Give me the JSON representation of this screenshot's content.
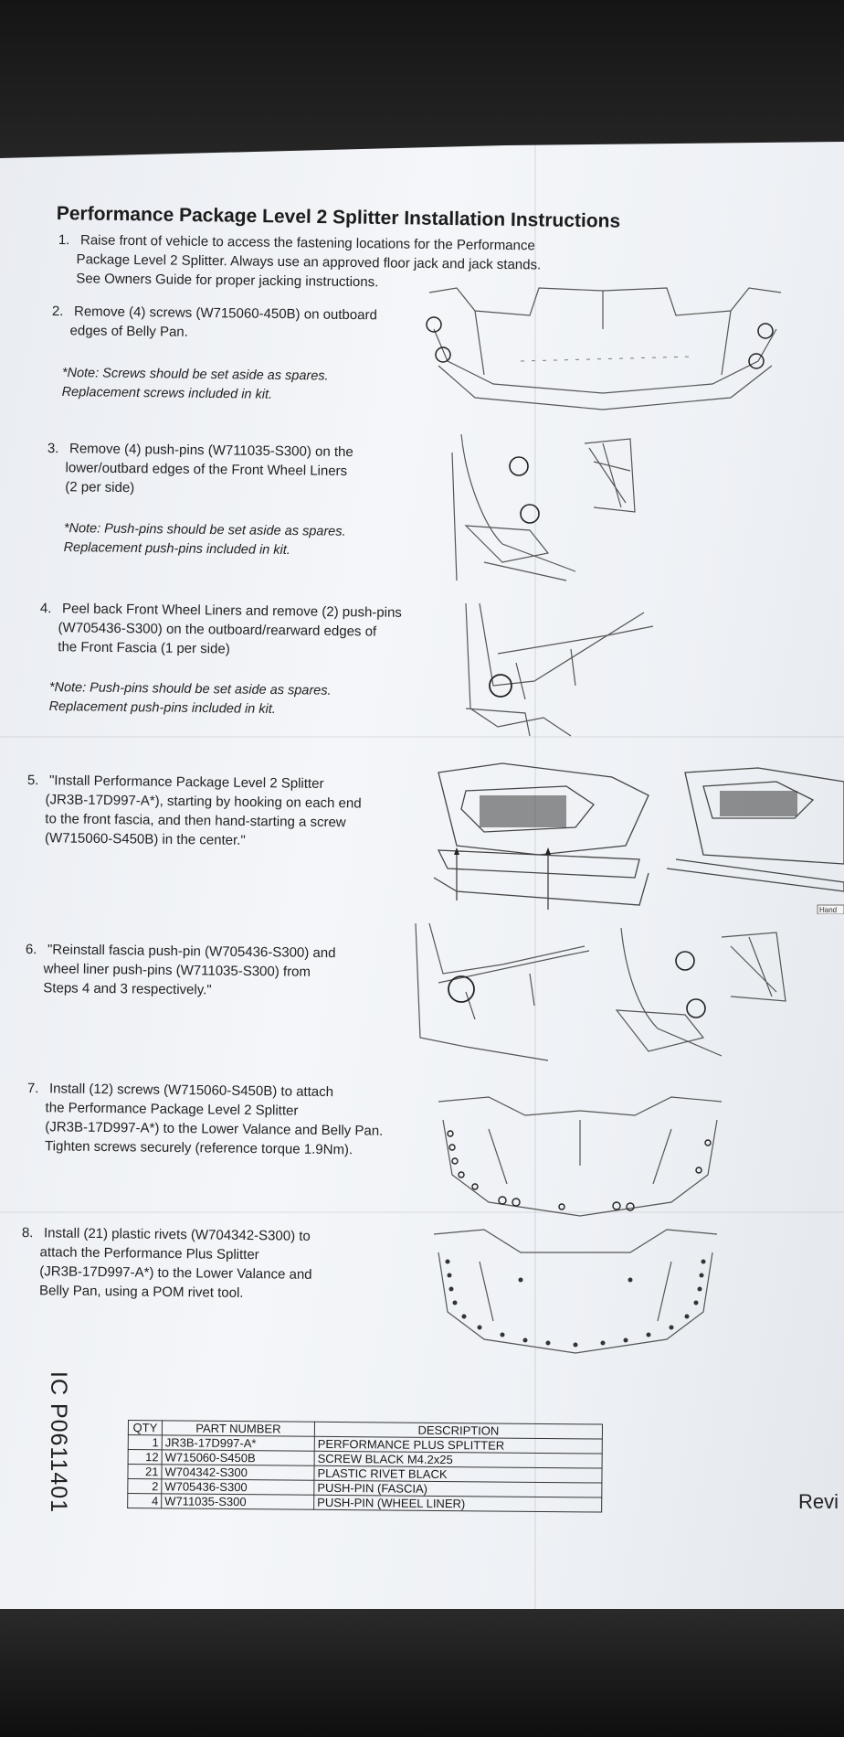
{
  "document": {
    "title": "Performance Package Level 2 Splitter Installation Instructions",
    "steps": [
      {
        "num": "1.",
        "lines": [
          "Raise front of vehicle to access the fastening locations for the Performance",
          "Package Level 2 Splitter.  Always use an approved floor jack and jack stands.",
          "See Owners Guide for proper jacking instructions."
        ]
      },
      {
        "num": "2.",
        "lines": [
          "Remove (4) screws (W715060-450B) on outboard",
          "edges of Belly Pan."
        ]
      },
      {
        "num": "3.",
        "lines": [
          "Remove (4) push-pins (W711035-S300) on the",
          "lower/outbard edges of the Front Wheel Liners",
          "(2 per side)"
        ]
      },
      {
        "num": "4.",
        "lines": [
          "Peel back Front Wheel Liners and remove (2) push-pins",
          "(W705436-S300) on the outboard/rearward edges of",
          "the Front Fascia (1 per side)"
        ]
      },
      {
        "num": "5.",
        "lines": [
          "\"Install Performance Package Level 2 Splitter",
          "(JR3B-17D997-A*), starting by hooking on each end",
          "to the front fascia, and then hand-starting a screw",
          "(W715060-S450B) in the center.\""
        ]
      },
      {
        "num": "6.",
        "lines": [
          "\"Reinstall fascia push-pin (W705436-S300) and",
          "wheel liner push-pins (W711035-S300) from",
          "Steps 4 and 3 respectively.\""
        ]
      },
      {
        "num": "7.",
        "lines": [
          "Install (12) screws (W715060-S450B) to attach",
          "the Performance Package Level 2 Splitter",
          "(JR3B-17D997-A*) to the Lower Valance and Belly Pan.",
          "Tighten screws securely (reference torque 1.9Nm)."
        ]
      },
      {
        "num": "8.",
        "lines": [
          "Install (21) plastic rivets (W704342-S300) to",
          "attach the Performance Plus Splitter",
          "(JR3B-17D997-A*) to the Lower Valance and",
          "Belly Pan, using a POM rivet tool."
        ]
      }
    ],
    "notes": [
      {
        "lines": [
          "*Note:  Screws should be set aside as spares.",
          "Replacement screws included in kit."
        ]
      },
      {
        "lines": [
          "*Note:  Push-pins should be set aside as spares.",
          "Replacement push-pins included in kit."
        ]
      },
      {
        "lines": [
          "*Note:  Push-pins should be set aside as spares.",
          "Replacement push-pins included in kit."
        ]
      }
    ],
    "side_code": "IC P0611401",
    "revision_fragment": "Revi",
    "diagram_label": "Hand"
  },
  "parts_table": {
    "headers": [
      "QTY",
      "PART NUMBER",
      "DESCRIPTION"
    ],
    "rows": [
      [
        "1",
        "JR3B-17D997-A*",
        "PERFORMANCE PLUS SPLITTER"
      ],
      [
        "12",
        "W715060-S450B",
        "SCREW BLACK M4.2x25"
      ],
      [
        "21",
        "W704342-S300",
        "PLASTIC RIVET BLACK"
      ],
      [
        "2",
        "W705436-S300",
        "PUSH-PIN (FASCIA)"
      ],
      [
        "4",
        "W711035-S300",
        "PUSH-PIN (WHEEL LINER)"
      ]
    ]
  }
}
